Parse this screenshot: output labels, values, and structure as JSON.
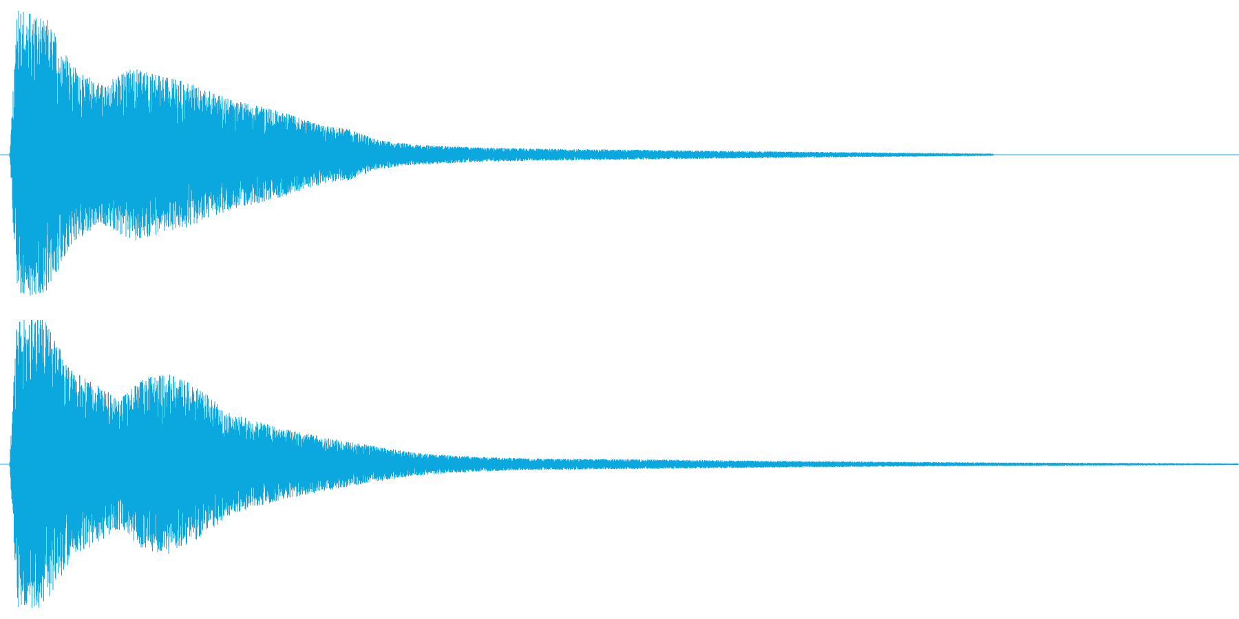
{
  "waveform": {
    "color": "#0ba8e0",
    "background": "#ffffff",
    "channels": [
      {
        "name": "left",
        "seed": 11,
        "envelope": [
          {
            "t": 0.0,
            "a": 0.02
          },
          {
            "t": 0.006,
            "a": 1.0
          },
          {
            "t": 0.03,
            "a": 0.95
          },
          {
            "t": 0.05,
            "a": 0.62
          },
          {
            "t": 0.075,
            "a": 0.48
          },
          {
            "t": 0.1,
            "a": 0.6
          },
          {
            "t": 0.12,
            "a": 0.55
          },
          {
            "t": 0.145,
            "a": 0.5
          },
          {
            "t": 0.18,
            "a": 0.38
          },
          {
            "t": 0.22,
            "a": 0.3
          },
          {
            "t": 0.255,
            "a": 0.2
          },
          {
            "t": 0.275,
            "a": 0.18
          },
          {
            "t": 0.3,
            "a": 0.1
          },
          {
            "t": 0.33,
            "a": 0.07
          },
          {
            "t": 0.38,
            "a": 0.05
          },
          {
            "t": 0.45,
            "a": 0.04
          },
          {
            "t": 0.55,
            "a": 0.03
          },
          {
            "t": 0.65,
            "a": 0.02
          },
          {
            "t": 0.75,
            "a": 0.012
          },
          {
            "t": 0.8,
            "a": 0.008
          },
          {
            "t": 0.802,
            "a": 0.0
          },
          {
            "t": 1.0,
            "a": 0.0
          }
        ]
      },
      {
        "name": "right",
        "seed": 29,
        "envelope": [
          {
            "t": 0.0,
            "a": 0.02
          },
          {
            "t": 0.006,
            "a": 1.0
          },
          {
            "t": 0.028,
            "a": 1.0
          },
          {
            "t": 0.05,
            "a": 0.65
          },
          {
            "t": 0.07,
            "a": 0.55
          },
          {
            "t": 0.09,
            "a": 0.45
          },
          {
            "t": 0.11,
            "a": 0.6
          },
          {
            "t": 0.13,
            "a": 0.62
          },
          {
            "t": 0.15,
            "a": 0.55
          },
          {
            "t": 0.18,
            "a": 0.35
          },
          {
            "t": 0.22,
            "a": 0.25
          },
          {
            "t": 0.26,
            "a": 0.18
          },
          {
            "t": 0.3,
            "a": 0.12
          },
          {
            "t": 0.33,
            "a": 0.08
          },
          {
            "t": 0.36,
            "a": 0.06
          },
          {
            "t": 0.42,
            "a": 0.04
          },
          {
            "t": 0.5,
            "a": 0.035
          },
          {
            "t": 0.6,
            "a": 0.025
          },
          {
            "t": 0.7,
            "a": 0.018
          },
          {
            "t": 0.8,
            "a": 0.012
          },
          {
            "t": 1.0,
            "a": 0.006
          }
        ]
      }
    ]
  }
}
